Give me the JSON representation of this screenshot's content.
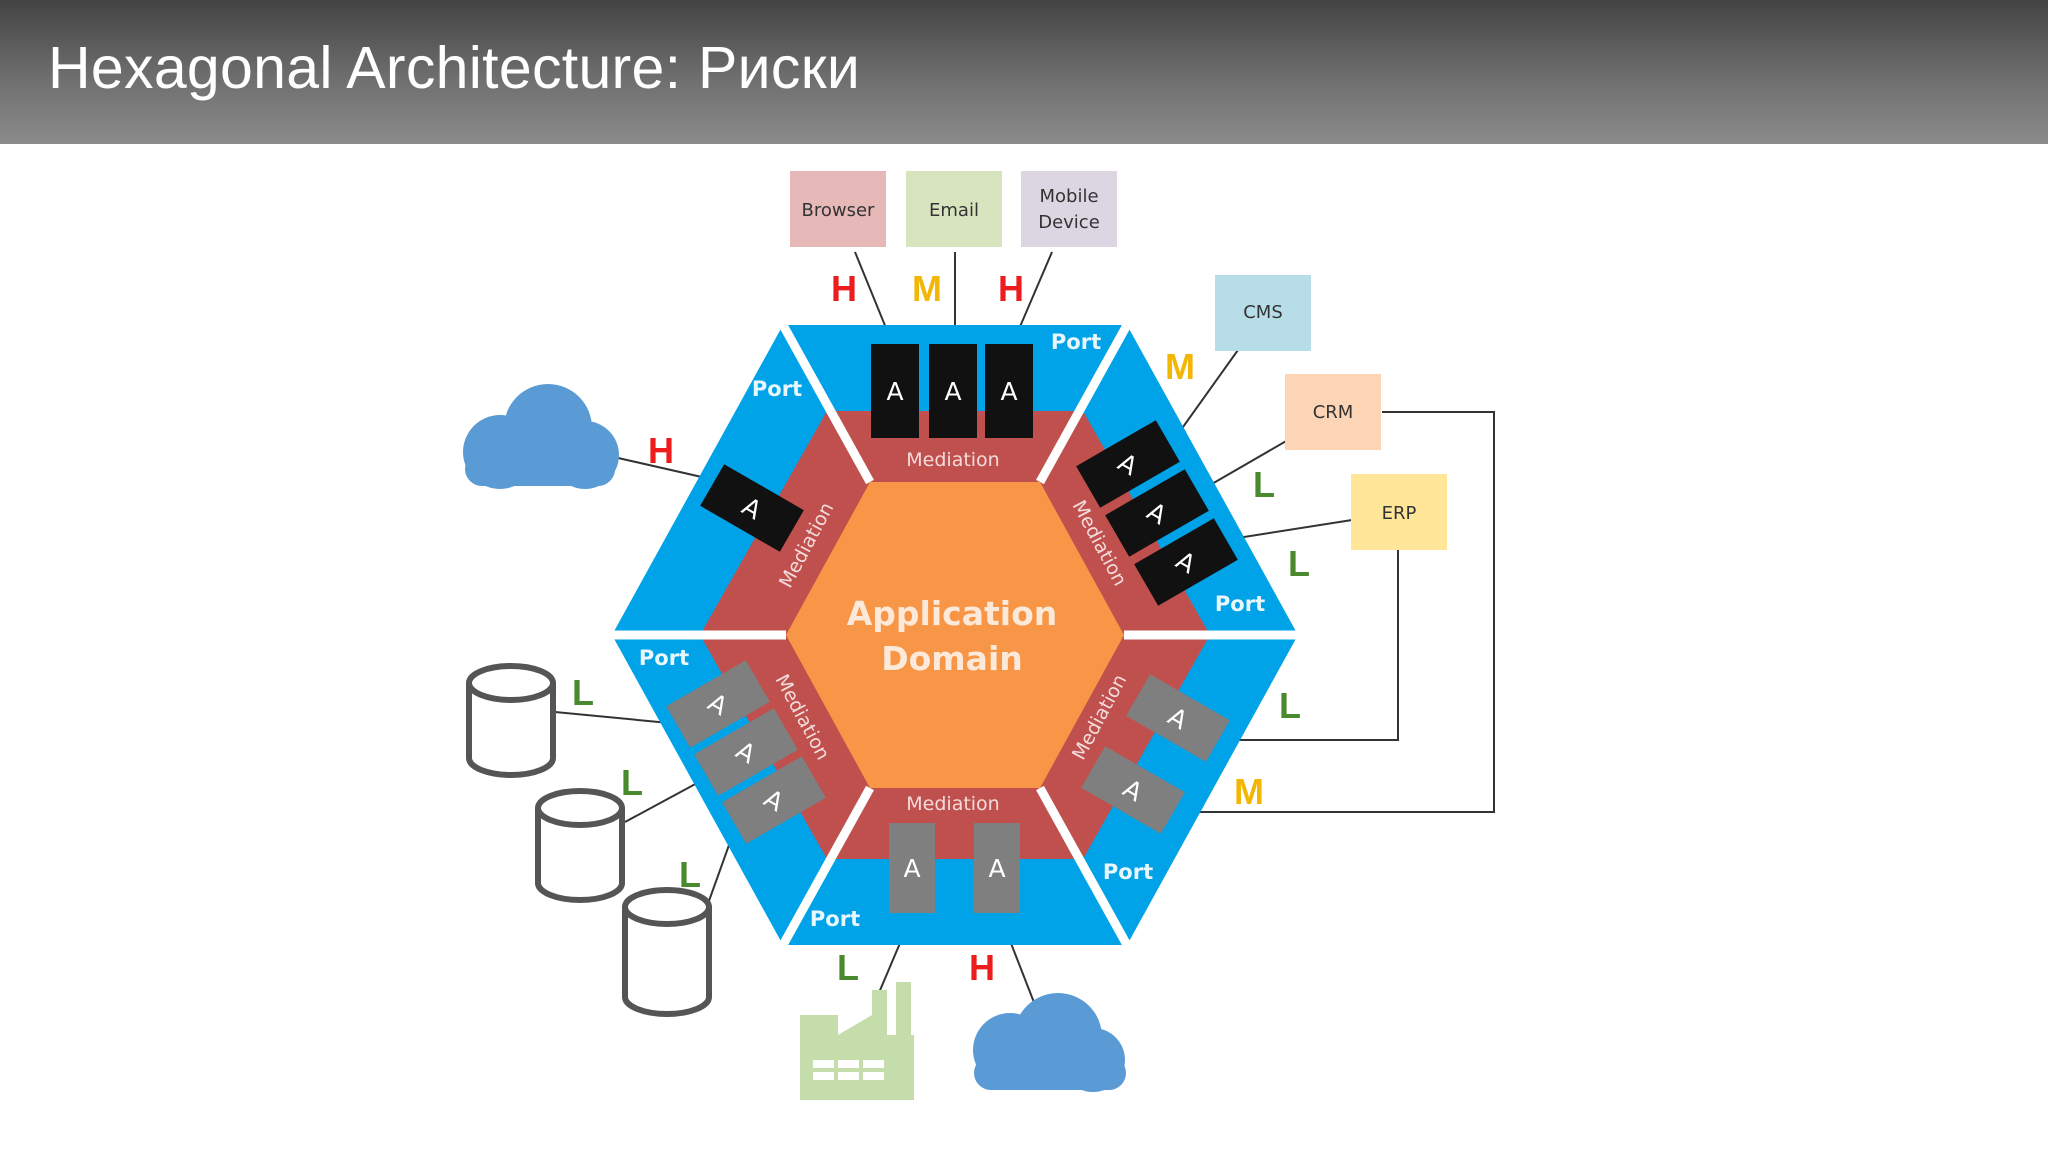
{
  "slide": {
    "title": "Hexagonal Architecture: Риски"
  },
  "diagram": {
    "domain": {
      "line1": "Application",
      "line2": "Domain"
    },
    "mediation_label": "Mediation",
    "port_label": "Port",
    "adapter_label": "A",
    "external_systems": {
      "browser": "Browser",
      "email": "Email",
      "mobile_line1": "Mobile",
      "mobile_line2": "Device",
      "cms": "CMS",
      "crm": "CRM",
      "erp": "ERP"
    },
    "risks": {
      "browser": "H",
      "email": "M",
      "mobile": "H",
      "cloud_left": "H",
      "cms": "M",
      "crm": "L",
      "erp": "L",
      "erp_lower": "L",
      "crm_lower": "M",
      "db1": "L",
      "db2": "L",
      "db3": "L",
      "factory": "L",
      "cloud_bottom": "H"
    },
    "risk_colors": {
      "H": "#ee1c1c",
      "M": "#f2b705",
      "L": "#4a8a2e"
    },
    "palette": {
      "port": "#00a2e8",
      "mediation": "#c0504d",
      "domain": "#f79646",
      "gap": "#ffffff"
    }
  }
}
